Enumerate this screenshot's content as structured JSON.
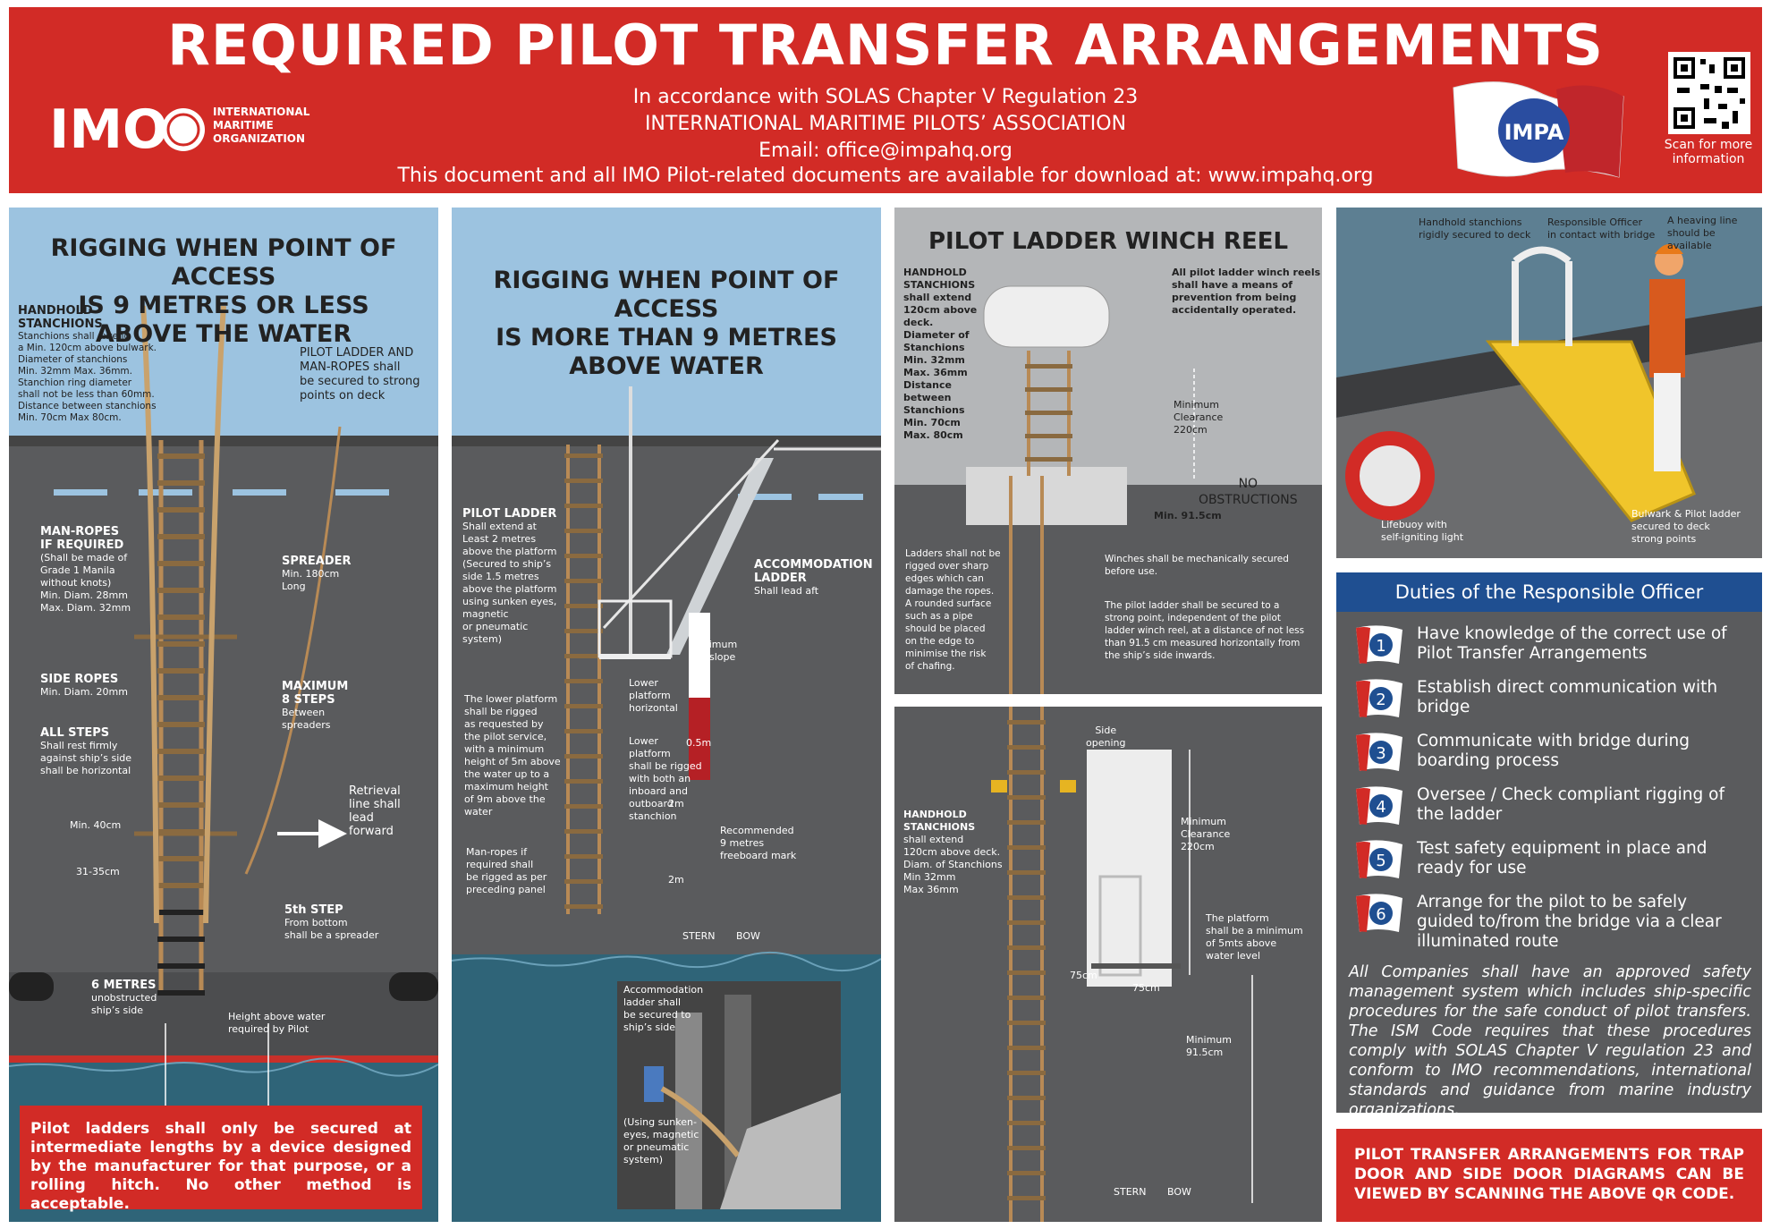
{
  "header": {
    "title": "REQUIRED PILOT TRANSFER ARRANGEMENTS",
    "line1": "In accordance with SOLAS Chapter V Regulation 23",
    "line2": "INTERNATIONAL MARITIME PILOTS’ ASSOCIATION",
    "line3": "Email: office@impahq.org",
    "line4": "This document and all IMO Pilot-related documents are available for download at: www.impahq.org",
    "imo_logo": "IMO",
    "imo_org_lines": [
      "INTERNATIONAL",
      "MARITIME",
      "ORGANIZATION"
    ],
    "impa_logo": "IMPA",
    "qr_caption": [
      "Scan for more",
      "information"
    ]
  },
  "panel1": {
    "title": [
      "RIGGING WHEN POINT OF ACCESS",
      "IS 9 METRES OR LESS",
      "ABOVE THE WATER"
    ],
    "handhold_title": [
      "HANDHOLD",
      "STANCHIONS"
    ],
    "handhold_text": [
      "Stanchions shall extend",
      "a Min. 120cm above bulwark.",
      "Diameter of stanchions",
      "Min. 32mm Max. 36mm.",
      "Stanchion ring diameter",
      "shall not be less than 60mm.",
      "Distance between stanchions",
      "Min. 70cm Max 80cm."
    ],
    "secured_text": [
      "PILOT LADDER AND",
      "MAN-ROPES shall",
      "be secured to strong",
      "points on deck"
    ],
    "manropes_title": [
      "MAN-ROPES",
      "IF REQUIRED"
    ],
    "manropes_text": [
      "(Shall be made of",
      "Grade 1 Manila",
      "without knots)",
      "Min. Diam. 28mm",
      "Max. Diam. 32mm"
    ],
    "spreader_title": "SPREADER",
    "spreader_text": [
      "Min. 180cm",
      "Long"
    ],
    "siderope_title": "SIDE ROPES",
    "siderope_text": "Min. Diam. 20mm",
    "max_title": [
      "MAXIMUM",
      "8 STEPS"
    ],
    "max_text": [
      "Between",
      "spreaders"
    ],
    "steps_title": "ALL  STEPS",
    "steps_text": [
      "Shall rest firmly",
      "against ship’s side",
      "shall be horizontal"
    ],
    "retrieval": [
      "Retrieval",
      "line shall",
      "lead",
      "forward"
    ],
    "min40": "Min. 40cm",
    "r3135": "31-35cm",
    "fifth_title": "5th STEP",
    "fifth_text": [
      "From bottom",
      "shall be a spreader"
    ],
    "six_title": "6 METRES",
    "six_text": [
      "unobstructed",
      "ship’s side"
    ],
    "height_text": [
      "Height above water",
      "required by Pilot"
    ],
    "note": "Pilot ladders shall only be secured at intermediate lengths by a device designed by the manufacturer for that purpose, or a rolling hitch. No other method is acceptable."
  },
  "panel2": {
    "title": [
      "RIGGING WHEN POINT OF ACCESS",
      "IS MORE THAN 9 METRES",
      "ABOVE WATER"
    ],
    "ladder_title": "PILOT LADDER",
    "ladder_text": [
      "Shall extend at",
      "Least 2 metres",
      "above the platform",
      "(Secured to ship’s",
      "side 1.5 metres",
      "above the platform",
      "using sunken eyes,",
      "magnetic",
      "or pneumatic",
      "system)"
    ],
    "accom_title": [
      "ACCOMMODATION",
      "LADDER"
    ],
    "accom_text": "Shall lead aft",
    "slope": [
      "Maximum",
      "45° slope"
    ],
    "lower_h": [
      "Lower",
      "platform",
      "horizontal"
    ],
    "lower_rig": [
      "Lower",
      "platform",
      "shall be rigged",
      "with both an",
      "inboard and",
      "outboard",
      "stanchion"
    ],
    "lower_req": [
      "The lower platform",
      "shall be rigged",
      "as requested by",
      "the pilot service,",
      "with a minimum",
      "height of 5m above",
      "the water up to a",
      "maximum height",
      "of 9m above the",
      "water"
    ],
    "manropes": [
      "Man-ropes if",
      "required shall",
      "be rigged as per",
      "preceding panel"
    ],
    "mark_top": "0.5m",
    "mark_2a": "2m",
    "mark_2b": "2m",
    "freeboard": [
      "Recommended",
      "9 metres",
      "freeboard mark"
    ],
    "stern": "STERN",
    "bow": "BOW",
    "inset_secured": [
      "Accommodation",
      "ladder shall",
      "be secured to",
      "ship’s side"
    ],
    "inset_using": [
      "(Using sunken-",
      "eyes, magnetic",
      "or pneumatic",
      "system)"
    ]
  },
  "panel3": {
    "title": "PILOT LADDER WINCH REEL",
    "handhold": [
      "HANDHOLD",
      "STANCHIONS",
      "shall extend",
      "120cm above",
      "deck.",
      "Diameter of",
      "Stanchions",
      "Min. 32mm",
      "Max. 36mm",
      "Distance",
      "between",
      "Stanchions",
      "Min. 70cm",
      "Max. 80cm"
    ],
    "reels": [
      "All pilot ladder winch reels",
      "shall have a means of",
      "prevention from being",
      "accidentally operated."
    ],
    "min_clear": [
      "Minimum",
      "Clearance",
      "220cm"
    ],
    "no_obs": [
      "NO",
      "OBSTRUCTIONS"
    ],
    "min915": "Min. 91.5cm",
    "sharp": [
      "Ladders shall not be",
      "rigged over sharp",
      "edges which can",
      "damage the ropes.",
      "A rounded surface",
      "such as a pipe",
      "should be placed",
      "on the edge to",
      "minimise the risk",
      "of chafing."
    ],
    "winches": [
      "Winches shall be mechanically secured",
      "before use."
    ],
    "strong": [
      "The pilot ladder shall be secured to a",
      "strong point, independent of the pilot",
      "ladder winch reel, at a distance of not less",
      "than 91.5 cm measured horizontally from",
      "the ship’s side inwards."
    ]
  },
  "panel4": {
    "side_opening": [
      "Side",
      "opening"
    ],
    "handhold": [
      "HANDHOLD",
      "STANCHIONS",
      "shall extend",
      "120cm above deck.",
      "Diam. of Stanchions",
      "Min 32mm",
      "Max 36mm"
    ],
    "min_clear": [
      "Minimum",
      "Clearance",
      "220cm"
    ],
    "platform": [
      "The platform",
      "shall be a minimum",
      "of 5mts above",
      "water level"
    ],
    "d75a": "75cm",
    "d75b": "75cm",
    "min915": [
      "Minimum",
      "91.5cm"
    ],
    "stern": "STERN",
    "bow": "BOW"
  },
  "panel5": {
    "handhold": [
      "Handhold stanchions",
      "rigidly secured to deck"
    ],
    "officer": [
      "Responsible Officer",
      "in contact with bridge"
    ],
    "heaving": [
      "A heaving line",
      "should be available"
    ],
    "lifebuoy": [
      "Lifebuoy with",
      "self-igniting light"
    ],
    "bulwark": [
      "Bulwark & Pilot ladder",
      "secured to deck",
      "strong points"
    ]
  },
  "duties": {
    "heading": "Duties of the Responsible Officer",
    "items": [
      {
        "num": "1",
        "text": "Have knowledge of the correct use of Pilot Transfer Arrangements"
      },
      {
        "num": "2",
        "text": "Establish direct communication with bridge"
      },
      {
        "num": "3",
        "text": "Communicate with bridge during boarding process"
      },
      {
        "num": "4",
        "text": "Oversee / Check compliant rigging of the ladder"
      },
      {
        "num": "5",
        "text": "Test safety equipment in place and ready for use"
      },
      {
        "num": "6",
        "text": "Arrange for the pilot to be safely guided to/from the bridge via a clear illuminated route"
      }
    ],
    "paragraph": "All Companies shall have an approved safety management system which includes ship-specific procedures for the safe conduct of pilot transfers. The ISM Code requires that these procedures comply with SOLAS Chapter V regulation 23 and conform to IMO recommendations, international standards and guidance from marine industry organizations.",
    "qr_note": "PILOT TRANSFER ARRANGEMENTS FOR TRAP DOOR AND SIDE DOOR DIAGRAMS CAN BE VIEWED BY SCANNING THE ABOVE QR CODE."
  },
  "colors": {
    "red": "#d22b26",
    "navy": "#1f4f91",
    "panel": "#5a5b5d",
    "sky": "#9cc3e0",
    "rope": "#b88a55",
    "sea": "#2f6478"
  }
}
